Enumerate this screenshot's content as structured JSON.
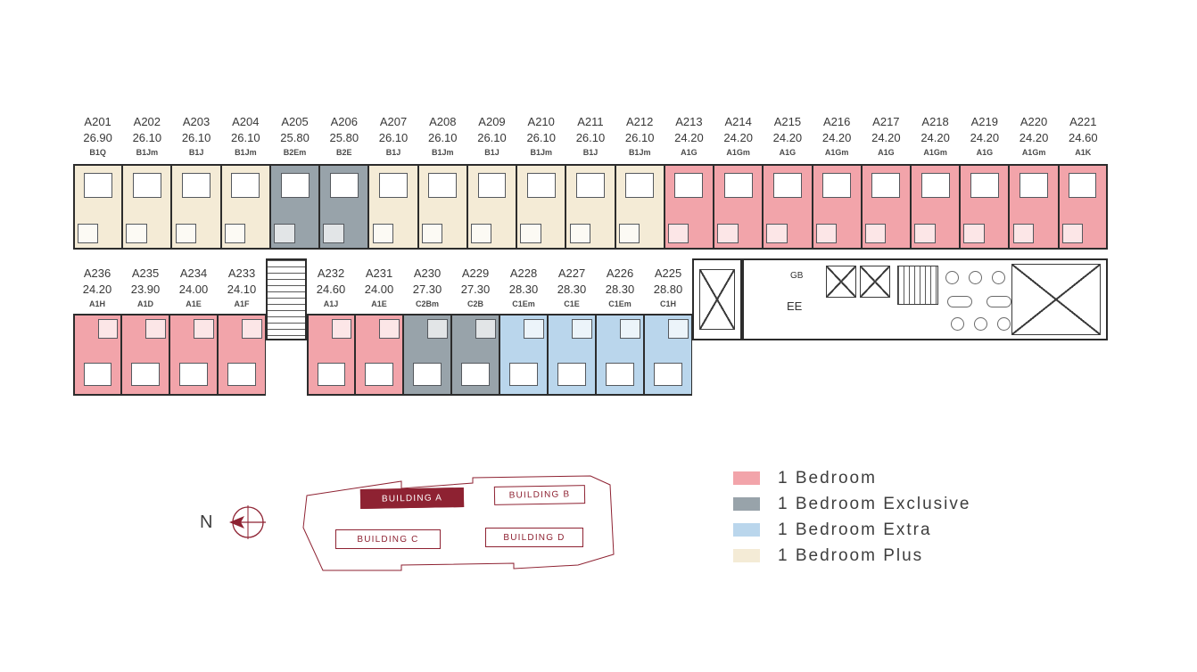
{
  "floor_plan": {
    "top_units": [
      {
        "id": "A201",
        "area": "26.90",
        "type": "B1Q",
        "category": "plus"
      },
      {
        "id": "A202",
        "area": "26.10",
        "type": "B1Jm",
        "category": "plus"
      },
      {
        "id": "A203",
        "area": "26.10",
        "type": "B1J",
        "category": "plus"
      },
      {
        "id": "A204",
        "area": "26.10",
        "type": "B1Jm",
        "category": "plus"
      },
      {
        "id": "A205",
        "area": "25.80",
        "type": "B2Em",
        "category": "exclusive"
      },
      {
        "id": "A206",
        "area": "25.80",
        "type": "B2E",
        "category": "exclusive"
      },
      {
        "id": "A207",
        "area": "26.10",
        "type": "B1J",
        "category": "plus"
      },
      {
        "id": "A208",
        "area": "26.10",
        "type": "B1Jm",
        "category": "plus"
      },
      {
        "id": "A209",
        "area": "26.10",
        "type": "B1J",
        "category": "plus"
      },
      {
        "id": "A210",
        "area": "26.10",
        "type": "B1Jm",
        "category": "plus"
      },
      {
        "id": "A211",
        "area": "26.10",
        "type": "B1J",
        "category": "plus"
      },
      {
        "id": "A212",
        "area": "26.10",
        "type": "B1Jm",
        "category": "plus"
      },
      {
        "id": "A213",
        "area": "24.20",
        "type": "A1G",
        "category": "bedroom"
      },
      {
        "id": "A214",
        "area": "24.20",
        "type": "A1Gm",
        "category": "bedroom"
      },
      {
        "id": "A215",
        "area": "24.20",
        "type": "A1G",
        "category": "bedroom"
      },
      {
        "id": "A216",
        "area": "24.20",
        "type": "A1Gm",
        "category": "bedroom"
      },
      {
        "id": "A217",
        "area": "24.20",
        "type": "A1G",
        "category": "bedroom"
      },
      {
        "id": "A218",
        "area": "24.20",
        "type": "A1Gm",
        "category": "bedroom"
      },
      {
        "id": "A219",
        "area": "24.20",
        "type": "A1G",
        "category": "bedroom"
      },
      {
        "id": "A220",
        "area": "24.20",
        "type": "A1Gm",
        "category": "bedroom"
      },
      {
        "id": "A221",
        "area": "24.60",
        "type": "A1K",
        "category": "bedroom"
      }
    ],
    "bottom_units": [
      {
        "id": "A236",
        "area": "24.20",
        "type": "A1H",
        "category": "bedroom"
      },
      {
        "id": "A235",
        "area": "23.90",
        "type": "A1D",
        "category": "bedroom"
      },
      {
        "id": "A234",
        "area": "24.00",
        "type": "A1E",
        "category": "bedroom"
      },
      {
        "id": "A233",
        "area": "24.10",
        "type": "A1F",
        "category": "bedroom"
      },
      {
        "id": "A232",
        "area": "24.60",
        "type": "A1J",
        "category": "bedroom"
      },
      {
        "id": "A231",
        "area": "24.00",
        "type": "A1E",
        "category": "bedroom"
      },
      {
        "id": "A230",
        "area": "27.30",
        "type": "C2Bm",
        "category": "exclusive"
      },
      {
        "id": "A229",
        "area": "27.30",
        "type": "C2B",
        "category": "exclusive"
      },
      {
        "id": "A228",
        "area": "28.30",
        "type": "C1Em",
        "category": "extra"
      },
      {
        "id": "A227",
        "area": "28.30",
        "type": "C1E",
        "category": "extra"
      },
      {
        "id": "A226",
        "area": "28.30",
        "type": "C1Em",
        "category": "extra"
      },
      {
        "id": "A225",
        "area": "28.80",
        "type": "C1H",
        "category": "extra"
      }
    ],
    "core_labels": {
      "gb": "GB",
      "ee": "EE"
    }
  },
  "site_map": {
    "north_label": "N",
    "buildings": [
      {
        "label": "BUILDING A",
        "active": true
      },
      {
        "label": "BUILDING B",
        "active": false
      },
      {
        "label": "BUILDING C",
        "active": false
      },
      {
        "label": "BUILDING D",
        "active": false
      }
    ]
  },
  "legend": {
    "items": [
      {
        "key": "bedroom",
        "label": "1 Bedroom",
        "color": "#f2a4aa"
      },
      {
        "key": "exclusive",
        "label": "1 Bedroom Exclusive",
        "color": "#98a3aa"
      },
      {
        "key": "extra",
        "label": "1 Bedroom Extra",
        "color": "#bad6ec"
      },
      {
        "key": "plus",
        "label": "1 Bedroom Plus",
        "color": "#f4ebd6"
      }
    ]
  },
  "colors": {
    "accent": "#8e2232",
    "wall": "#2c2c2c",
    "text": "#3a3a3a"
  }
}
